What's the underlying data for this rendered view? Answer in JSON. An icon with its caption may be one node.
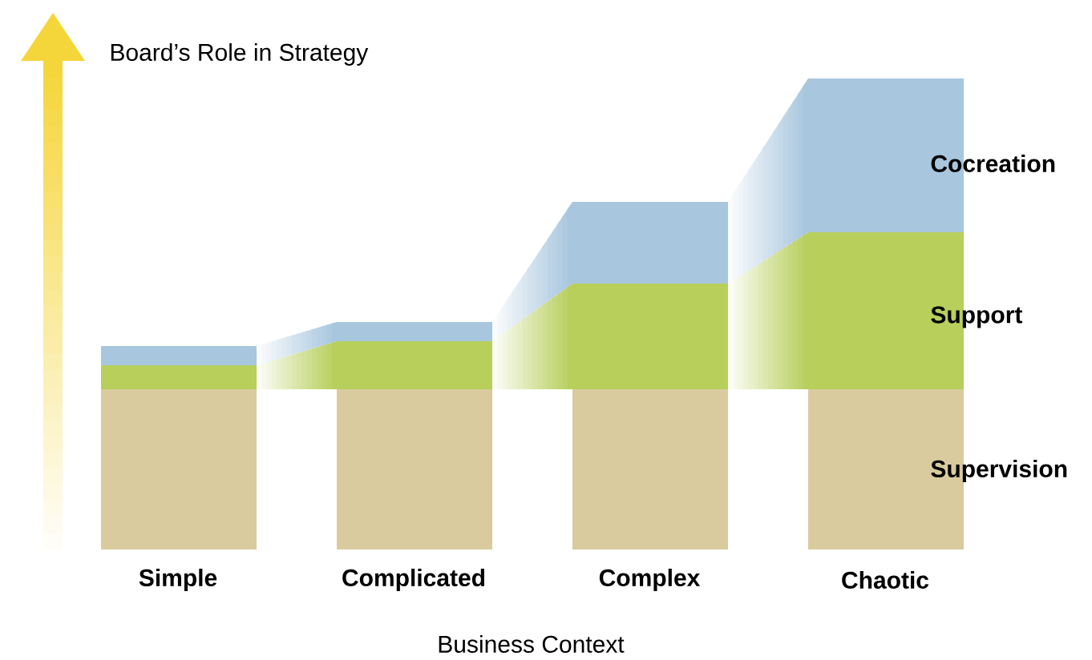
{
  "diagram": {
    "labels": [
      "Board’s Role in Strategy",
      "Cocreation",
      "Support",
      "Supervision",
      "Simple",
      "Complicated",
      "Complex",
      "Chaotic",
      "Business Context"
    ]
  }
}
